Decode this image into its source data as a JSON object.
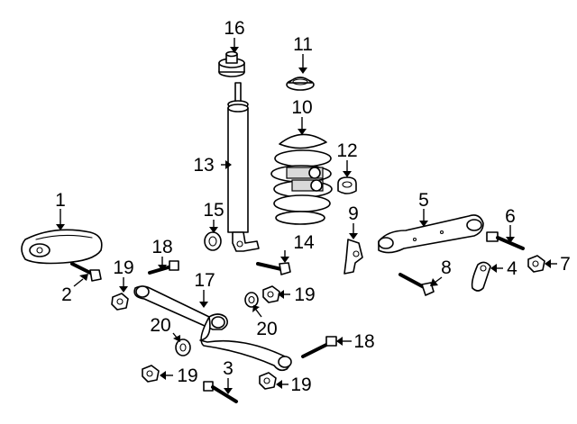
{
  "callouts": {
    "c1": "1",
    "c2": "2",
    "c3": "3",
    "c4": "4",
    "c5": "5",
    "c6": "6",
    "c7": "7",
    "c8": "8",
    "c9": "9",
    "c10": "10",
    "c11": "11",
    "c12": "12",
    "c13": "13",
    "c14": "14",
    "c15": "15",
    "c16": "16",
    "c17": "17",
    "c18a": "18",
    "c18b": "18",
    "c19a": "19",
    "c19b": "19",
    "c19c": "19",
    "c19d": "19",
    "c20a": "20",
    "c20b": "20"
  },
  "colors": {
    "line": "#000000",
    "background": "#ffffff",
    "shade": "#d9d9d9"
  }
}
